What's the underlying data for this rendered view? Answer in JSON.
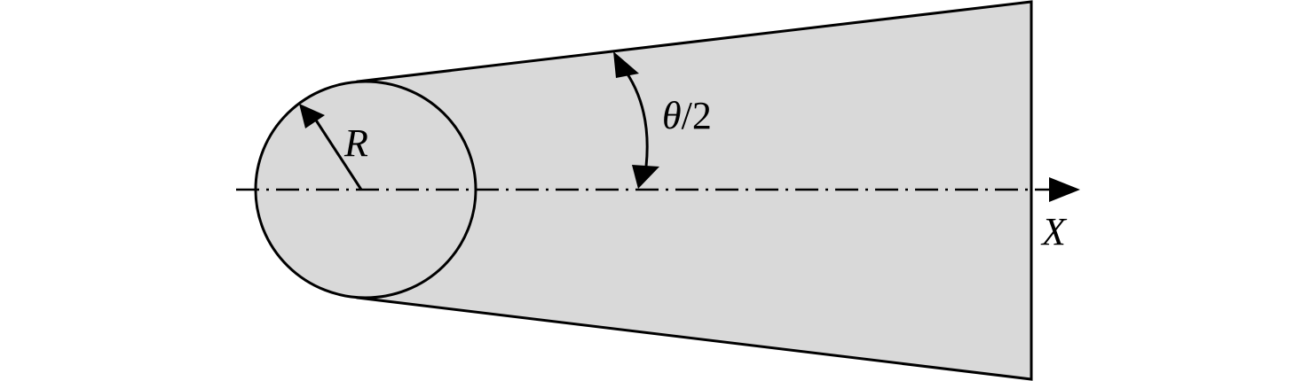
{
  "labels": {
    "radius": "R",
    "half_angle_prefix": "θ",
    "half_angle_suffix": "/2",
    "axis": "X"
  },
  "colors": {
    "fill": "#d9d9d9",
    "stroke": "#000000",
    "background": "#ffffff"
  }
}
